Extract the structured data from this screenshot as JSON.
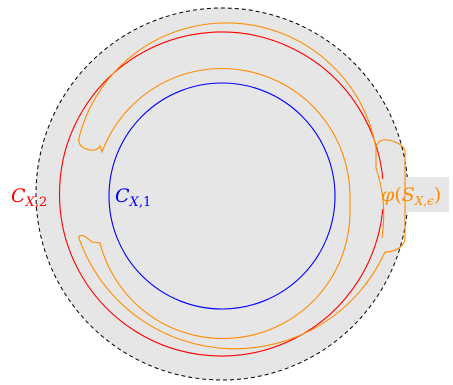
{
  "colors": {
    "background_disk": "#e6e6e6",
    "outer_boundary": "#000000",
    "curve_1": "#0000ff",
    "curve_2": "#ff0000",
    "image_set": "#ff8c00"
  },
  "labels": {
    "c1": {
      "letter": "C",
      "sub_1": "X",
      "sub_sep": ",",
      "sub_2": "1"
    },
    "c2": {
      "letter": "C",
      "sub_1": "X",
      "sub_sep": ",",
      "sub_2": "2"
    },
    "phi": {
      "func": "φ",
      "open": "(",
      "letter": "S",
      "sub_1": "X",
      "sub_sep": ",",
      "sub_2": "ϵ",
      "close": ")"
    }
  }
}
